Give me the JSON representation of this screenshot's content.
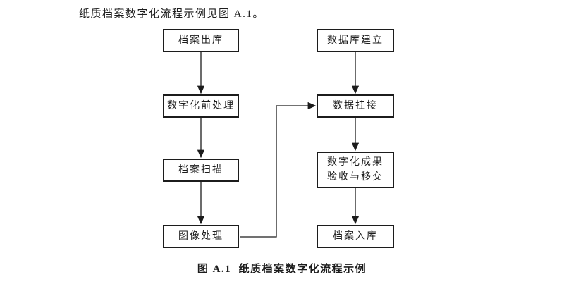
{
  "page": {
    "intro_text": "纸质档案数字化流程示例见图 A.1。",
    "caption": "图 A.1  纸质档案数字化流程示例"
  },
  "flowchart": {
    "left_column": [
      {
        "label": "档案出库"
      },
      {
        "label": "数字化前处理"
      },
      {
        "label": "档案扫描"
      },
      {
        "label": "图像处理"
      }
    ],
    "right_column": [
      {
        "label": "数据库建立"
      },
      {
        "label": "数据挂接"
      },
      {
        "label_line1": "数字化成果",
        "label_line2": "验收与移交"
      },
      {
        "label": "档案入库"
      }
    ],
    "connections": [
      "档案出库→数字化前处理",
      "数字化前处理→档案扫描",
      "档案扫描→图像处理",
      "图像处理→数据挂接",
      "数据库建立→数据挂接",
      "数据挂接→数字化成果验收与移交",
      "数字化成果验收与移交→档案入库"
    ],
    "colors": {
      "background": "#ffffff",
      "line": "#1c1c1c",
      "text": "#1c1c1c"
    }
  }
}
